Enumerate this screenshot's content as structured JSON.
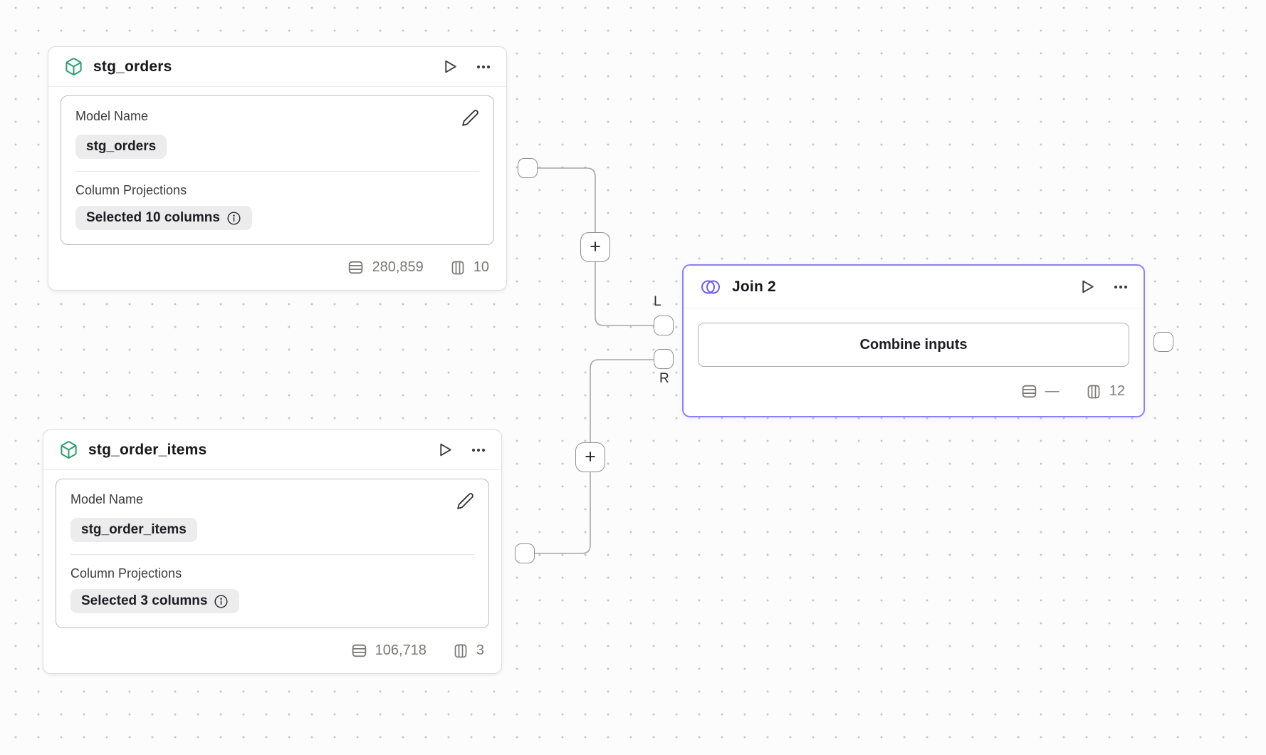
{
  "canvas": {
    "background": "#fcfcfc",
    "dot_color": "#c5c5c5"
  },
  "colors": {
    "accent_purple_border": "#8b80f9",
    "join_icon_purple": "#6d5df6",
    "model_icon_green": "#2f9e6e",
    "connector_gray": "#a6a6a6"
  },
  "node_stg_orders": {
    "title": "stg_orders",
    "model_name_label": "Model Name",
    "model_name_value": "stg_orders",
    "column_projections_label": "Column Projections",
    "column_projections_value": "Selected 10 columns",
    "row_count": "280,859",
    "column_count": "10"
  },
  "node_stg_order_items": {
    "title": "stg_order_items",
    "model_name_label": "Model Name",
    "model_name_value": "stg_order_items",
    "column_projections_label": "Column Projections",
    "column_projections_value": "Selected 3 columns",
    "row_count": "106,718",
    "column_count": "3"
  },
  "node_join": {
    "title": "Join 2",
    "combine_button_label": "Combine inputs",
    "row_count": "—",
    "column_count": "12",
    "left_port_label": "L",
    "right_port_label": "R"
  },
  "plus_button_label": "+"
}
